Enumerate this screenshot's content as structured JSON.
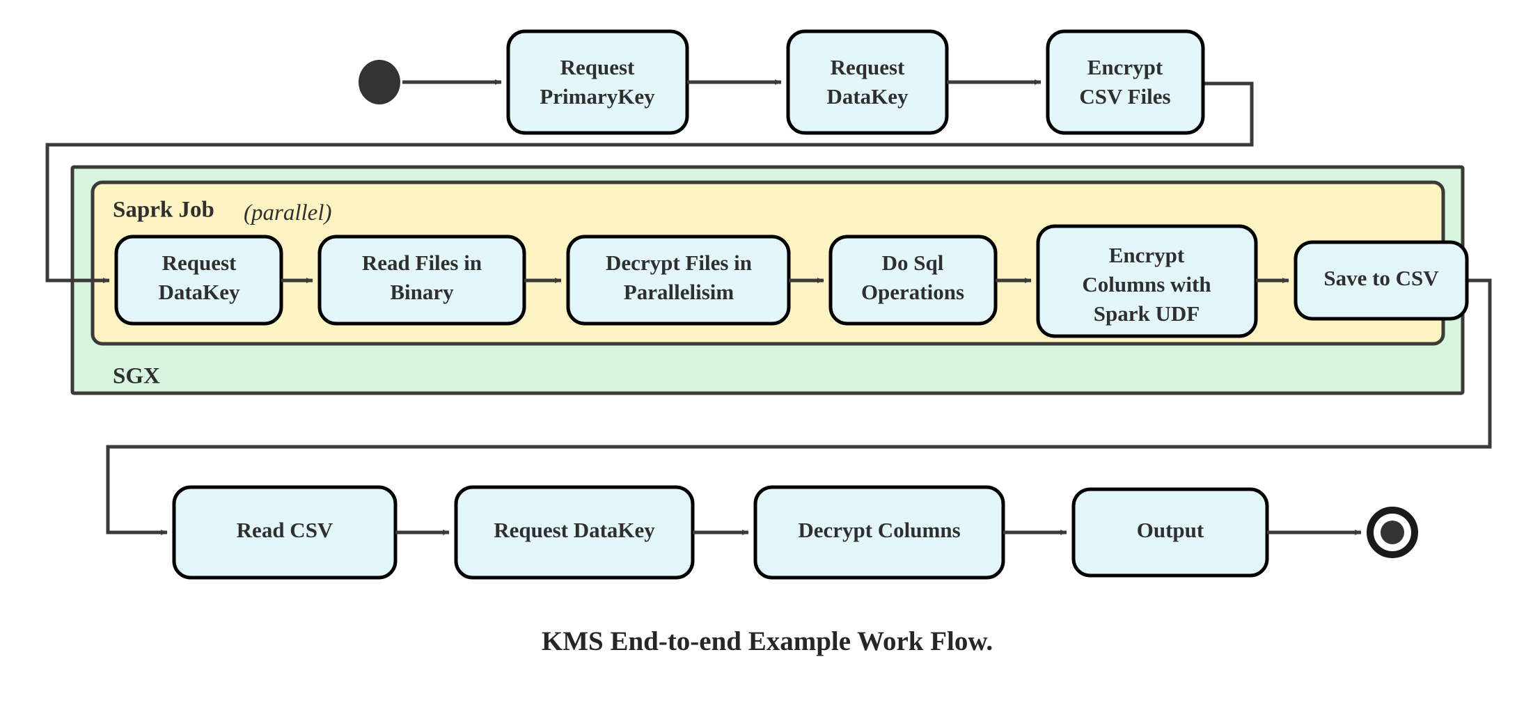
{
  "diagram": {
    "caption": "KMS End-to-end Example Work Flow.",
    "start_node": "start-node",
    "end_node": "end-node",
    "colors": {
      "node_fill": "#e3f7fb",
      "node_stroke": "#000000",
      "sgx_fill": "#d7f5de",
      "spark_fill": "#fdf3c3",
      "connector": "#3a3a38",
      "text": "#2f2f2f"
    },
    "groups": {
      "outer": {
        "label": "SGX"
      },
      "inner": {
        "label": "Saprk Job",
        "modifier": "(parallel)"
      }
    },
    "rows": {
      "top": {
        "nodes": [
          {
            "id": "request-primarykey",
            "lines": [
              "Request",
              "PrimaryKey"
            ]
          },
          {
            "id": "request-datakey-top",
            "lines": [
              "Request",
              "DataKey"
            ]
          },
          {
            "id": "encrypt-csv-files",
            "lines": [
              "Encrypt",
              "CSV Files"
            ]
          }
        ]
      },
      "middle": {
        "nodes": [
          {
            "id": "request-datakey-spark",
            "lines": [
              "Request",
              "DataKey"
            ]
          },
          {
            "id": "read-files-in-binary",
            "lines": [
              "Read Files in",
              "Binary"
            ]
          },
          {
            "id": "decrypt-files-in-parallelisim",
            "lines": [
              "Decrypt Files in",
              "Parallelisim"
            ]
          },
          {
            "id": "do-sql-operations",
            "lines": [
              "Do Sql",
              "Operations"
            ]
          },
          {
            "id": "encrypt-columns-with-spark-udf",
            "lines": [
              "Encrypt",
              "Columns with",
              "Spark UDF"
            ]
          },
          {
            "id": "save-to-csv",
            "lines": [
              "Save to CSV"
            ]
          }
        ]
      },
      "bottom": {
        "nodes": [
          {
            "id": "read-csv",
            "lines": [
              "Read CSV"
            ]
          },
          {
            "id": "request-datakey-bottom",
            "lines": [
              "Request DataKey"
            ]
          },
          {
            "id": "decrypt-columns",
            "lines": [
              "Decrypt Columns"
            ]
          },
          {
            "id": "output",
            "lines": [
              "Output"
            ]
          }
        ]
      }
    }
  }
}
